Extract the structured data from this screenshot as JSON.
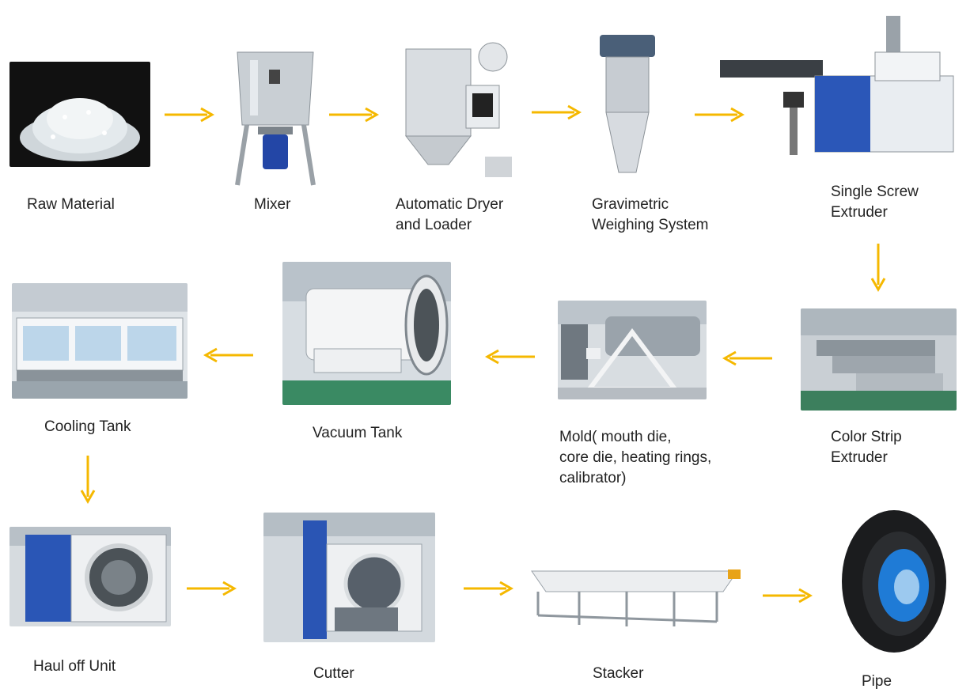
{
  "steps": [
    {
      "id": "raw",
      "label": "Raw  Material"
    },
    {
      "id": "mixer",
      "label": "Mixer"
    },
    {
      "id": "dryer",
      "label": "Automatic Dryer\nand Loader"
    },
    {
      "id": "gravimetric",
      "label": "Gravimetric\nWeighing System"
    },
    {
      "id": "extruder",
      "label": "Single Screw\nExtruder"
    },
    {
      "id": "colorstrip",
      "label": "Color Strip\nExtruder"
    },
    {
      "id": "mold",
      "label": "Mold( mouth die,\ncore die, heating rings,\ncalibrator)"
    },
    {
      "id": "vacuum",
      "label": "Vacuum Tank"
    },
    {
      "id": "cooling",
      "label": "Cooling Tank"
    },
    {
      "id": "hauloff",
      "label": "Haul off Unit"
    },
    {
      "id": "cutter",
      "label": "Cutter"
    },
    {
      "id": "stacker",
      "label": "Stacker"
    },
    {
      "id": "pipe",
      "label": "Pipe"
    }
  ],
  "colors": {
    "arrow": "#f5b800",
    "text": "#222222"
  }
}
